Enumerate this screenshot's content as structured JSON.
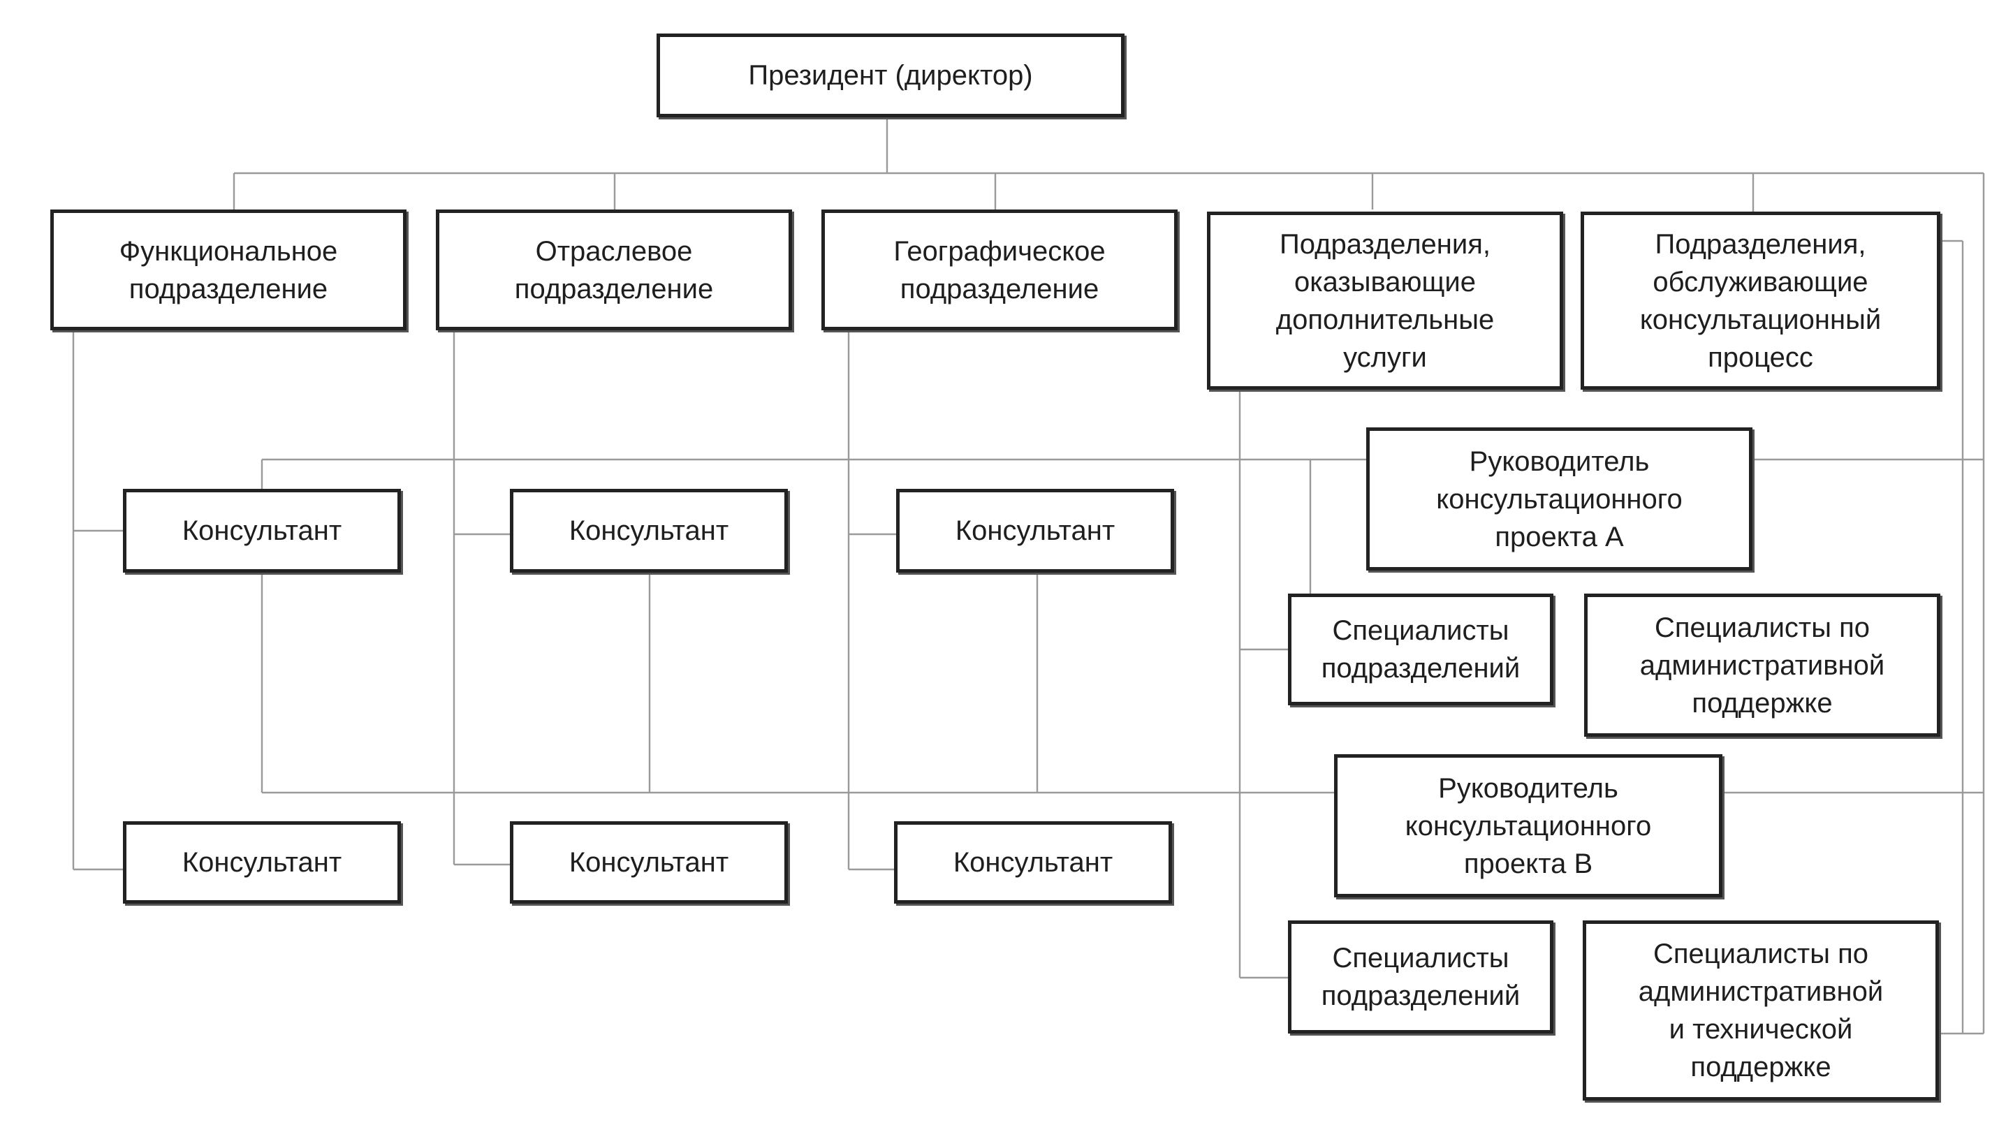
{
  "diagram": {
    "nodes": {
      "president": "Президент (директор)",
      "functional": "Функциональное\nподразделение",
      "industry": "Отраслевое\nподразделение",
      "geographic": "Географическое\nподразделение",
      "additional_services": "Подразделения,\nоказывающие\nдополнительные\nуслуги",
      "servicing": "Подразделения,\nобслуживающие\nконсультационный\nпроцесс",
      "consultant": "Консультант",
      "manager_a": "Руководитель\nконсультационного\nпроекта А",
      "manager_b": "Руководитель\nконсультационного\nпроекта В",
      "unit_specialists": "Специалисты\nподразделений",
      "admin_support": "Специалисты по\nадминистративной\nподдержке",
      "admin_tech_support": "Специалисты по\nадминистративной\nи технической\nподдержке"
    }
  }
}
